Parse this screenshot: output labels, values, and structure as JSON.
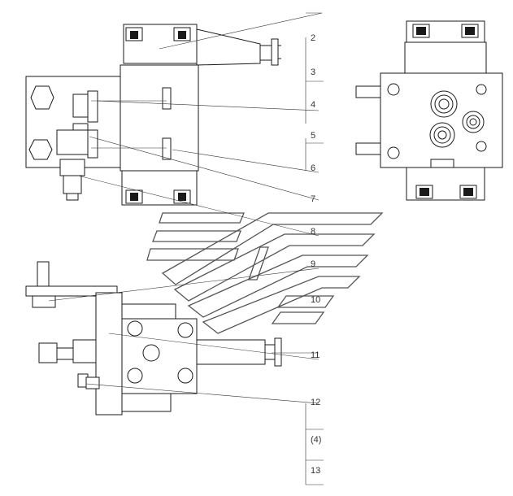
{
  "callouts": [
    "2",
    "3",
    "4",
    "5",
    "6",
    "7",
    "8",
    "9",
    "10",
    "11",
    "12",
    "(4)",
    "13"
  ]
}
